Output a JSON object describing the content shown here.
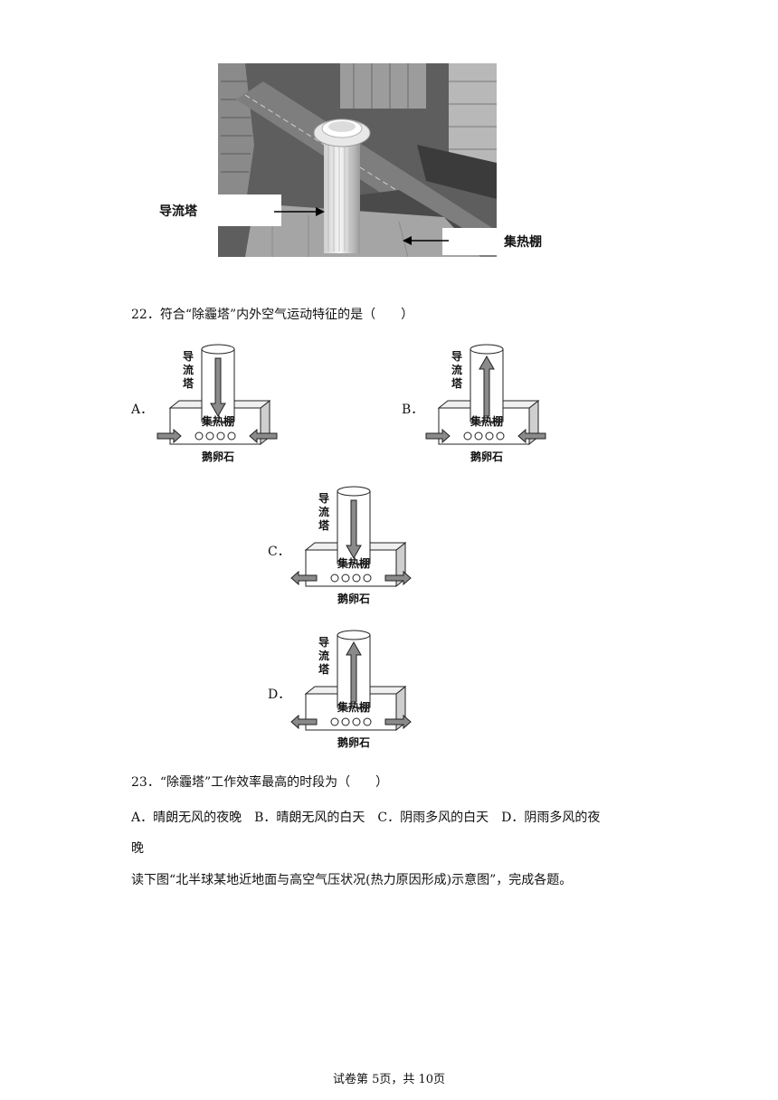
{
  "photo": {
    "tower_label": "导流塔",
    "shed_label": "集热棚"
  },
  "q22": {
    "stem": "22．符合“除霾塔”内外空气运动特征的是（　　）",
    "options": [
      {
        "letter": "A．",
        "tower_text": "导流塔",
        "shed_text": "集热棚",
        "stone_text": "鹅卵石",
        "tower_flow": "down",
        "side_flow": "in"
      },
      {
        "letter": "B．",
        "tower_text": "导流塔",
        "shed_text": "集热棚",
        "stone_text": "鹅卵石",
        "tower_flow": "up",
        "side_flow": "in"
      },
      {
        "letter": "C．",
        "tower_text": "导流塔",
        "shed_text": "集热棚",
        "stone_text": "鹅卵石",
        "tower_flow": "down",
        "side_flow": "out"
      },
      {
        "letter": "D．",
        "tower_text": "导流塔",
        "shed_text": "集热棚",
        "stone_text": "鹅卵石",
        "tower_flow": "up",
        "side_flow": "out"
      }
    ]
  },
  "q23": {
    "stem": "23．“除霾塔”工作效率最高的时段为（　　）",
    "options_line1": "A．晴朗无风的夜晚　B．晴朗无风的白天　C．阴雨多风的白天　D．阴雨多风的夜",
    "options_line2": "晚"
  },
  "intro": "读下图“北半球某地近地面与高空气压状况(热力原因形成)示意图”，完成各题。",
  "footer": "试卷第 5页，共 10页"
}
